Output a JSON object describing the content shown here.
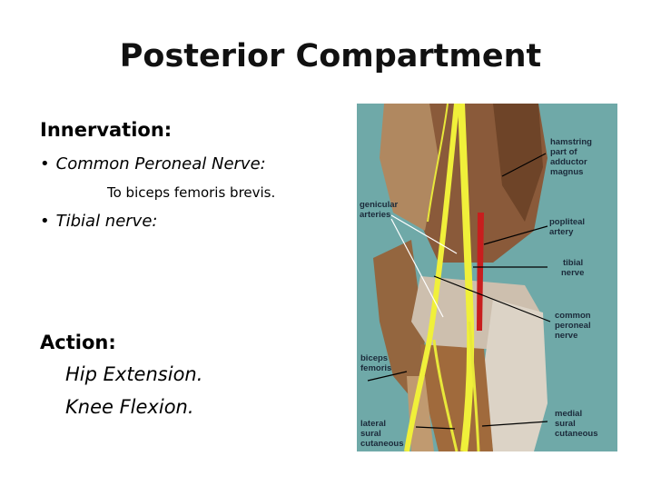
{
  "slide": {
    "title": "Posterior Compartment",
    "innervation_heading": "Innervation:",
    "bullets": [
      {
        "text": "Common Peroneal Nerve:",
        "sub": "To biceps femoris brevis."
      },
      {
        "text": "Tibial nerve:"
      }
    ],
    "action_heading": "Action:",
    "actions": [
      "Hip Extension.",
      "Knee Flexion."
    ],
    "bullet_glyph": "•"
  },
  "figure": {
    "background_color": "#6fa9a8",
    "labels": {
      "hamstring": [
        "hamstring",
        "part of",
        "adductor",
        "magnus"
      ],
      "genicular": [
        "genicular",
        "arteries"
      ],
      "popliteal": [
        "popliteal",
        "artery"
      ],
      "tibial": [
        "tibial",
        "nerve"
      ],
      "common_peroneal": [
        "common",
        "peroneal",
        "nerve"
      ],
      "biceps": [
        "biceps",
        "femoris"
      ],
      "medial_sural": [
        "medial",
        "sural",
        "cutaneous"
      ],
      "lateral_sural": [
        "lateral",
        "sural",
        "cutaneous"
      ]
    }
  }
}
